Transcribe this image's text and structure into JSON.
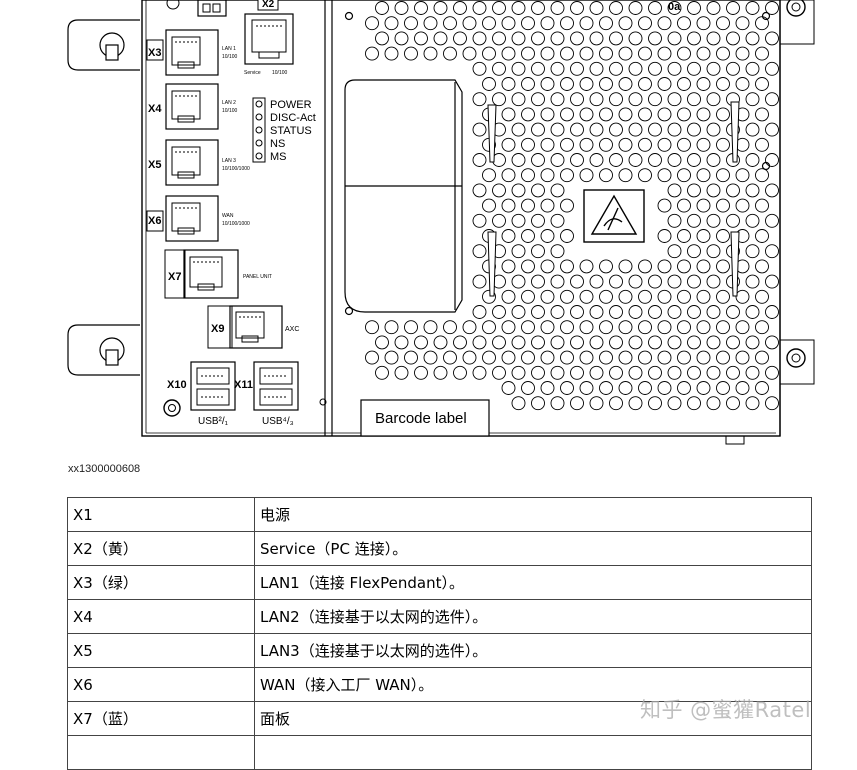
{
  "figure": {
    "ports": {
      "x2": "X2",
      "x3": "X3",
      "x4": "X4",
      "x5": "X5",
      "x6": "X6",
      "x7": "X7",
      "x9": "X9",
      "x10": "X10",
      "x11": "X11"
    },
    "port_labels": {
      "lan1": "LAN 1",
      "lan1_speed": "10/100",
      "service": "Service",
      "service_speed": "10/100",
      "lan2": "LAN 2",
      "lan2_speed": "10/100",
      "lan3": "LAN 3",
      "lan3_speed": "10/100/1000",
      "wan": "WAN",
      "wan_speed": "10/100/1000",
      "panel_unit": "PANEL UNIT",
      "axc": "AXC",
      "usb_left": "USB²/₁",
      "usb_right": "USB⁴/₃"
    },
    "leds": [
      "POWER",
      "DISC-Act",
      "STATUS",
      "NS",
      "MS"
    ],
    "barcode_label": "Barcode label",
    "corner_text": "0a"
  },
  "caption": "xx1300000608",
  "table": {
    "rows": [
      {
        "key": "X1",
        "value": "电源"
      },
      {
        "key": "X2（黄）",
        "value": "Service（PC 连接）。"
      },
      {
        "key": "X3（绿）",
        "value": "LAN1（连接 FlexPendant）。"
      },
      {
        "key": "X4",
        "value": "LAN2（连接基于以太网的选件）。"
      },
      {
        "key": "X5",
        "value": "LAN3（连接基于以太网的选件）。"
      },
      {
        "key": "X6",
        "value": "WAN（接入工厂 WAN）。"
      },
      {
        "key": "X7（蓝）",
        "value": "面板"
      },
      {
        "key": "",
        "value": ""
      }
    ]
  },
  "watermark": "知乎 @蜜獾Ratel"
}
